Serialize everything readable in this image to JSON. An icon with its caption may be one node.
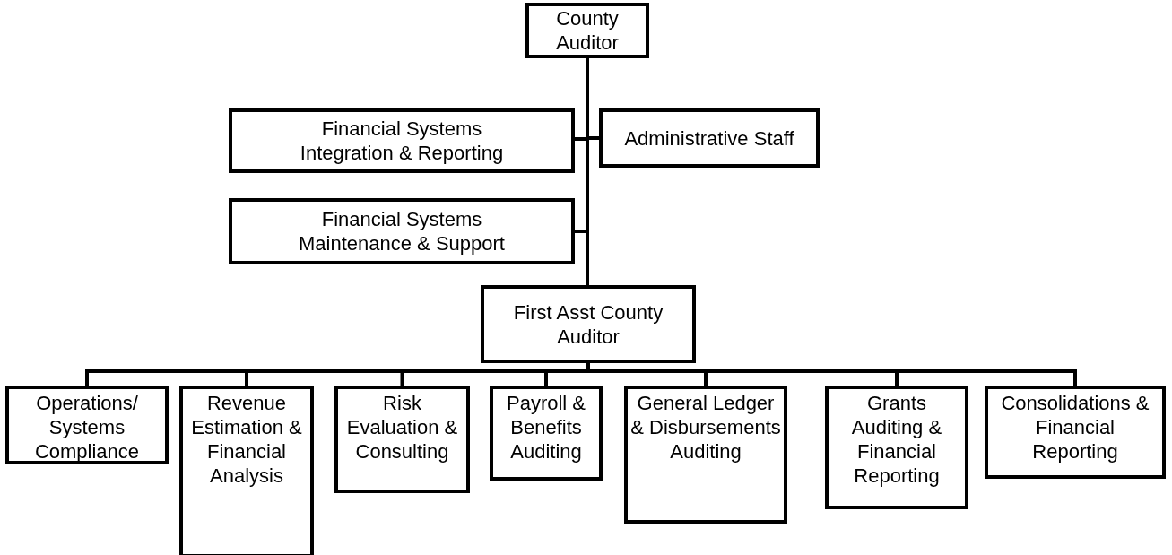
{
  "diagram": {
    "nodes": [
      {
        "text": [
          "County Auditor"
        ]
      },
      {
        "text": [
          "Financial Systems Integration & Reporting"
        ]
      },
      {
        "text": [
          "Administrative Staff"
        ]
      },
      {
        "text": [
          "Financial Systems Maintenance & Support"
        ]
      },
      {
        "text": [
          "First Asst County Auditor"
        ]
      },
      {
        "text": [
          "Operations/ Systems Compliance"
        ]
      },
      {
        "text": [
          "Revenue Estimation & Financial Analysis"
        ]
      },
      {
        "text": [
          "Risk Evaluation & Consulting"
        ]
      },
      {
        "text": [
          "Payroll & Benefits Auditing"
        ]
      },
      {
        "text": [
          "General Ledger & Disbursements Auditing"
        ]
      },
      {
        "text": [
          "Grants Auditing & Financial Reporting"
        ]
      },
      {
        "text": [
          "Consolidations & Financial Reporting"
        ]
      }
    ],
    "edges": [
      {
        "from": 0,
        "to": 1,
        "arrow": "none"
      },
      {
        "from": 0,
        "to": 2,
        "arrow": "none"
      },
      {
        "from": 0,
        "to": 3,
        "arrow": "none"
      },
      {
        "from": 0,
        "to": 4,
        "arrow": "none"
      },
      {
        "from": 4,
        "to": 5,
        "arrow": "none"
      },
      {
        "from": 4,
        "to": 6,
        "arrow": "none"
      },
      {
        "from": 4,
        "to": 7,
        "arrow": "none"
      },
      {
        "from": 4,
        "to": 8,
        "arrow": "none"
      },
      {
        "from": 4,
        "to": 9,
        "arrow": "none"
      },
      {
        "from": 4,
        "to": 10,
        "arrow": "none"
      },
      {
        "from": 4,
        "to": 11,
        "arrow": "none"
      }
    ]
  }
}
